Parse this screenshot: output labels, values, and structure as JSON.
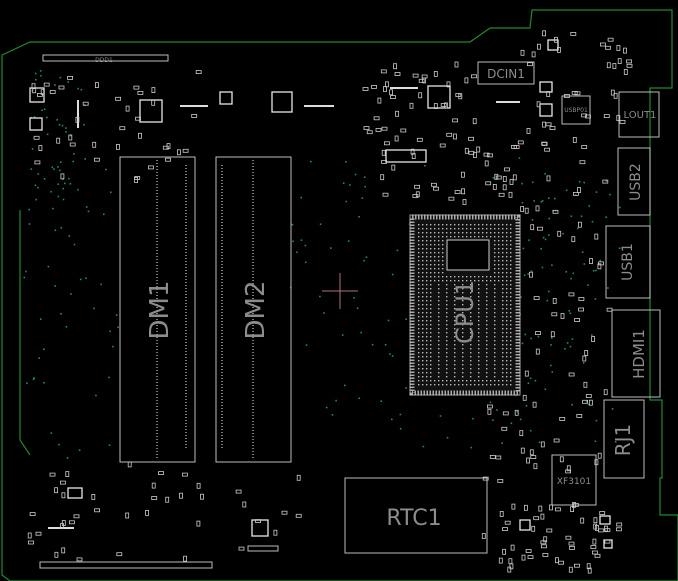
{
  "board": {
    "components": [
      {
        "id": "dm1",
        "label": "DM1"
      },
      {
        "id": "dm2",
        "label": "DM2"
      },
      {
        "id": "cpu",
        "label": "CPU1"
      },
      {
        "id": "rtc",
        "label": "RTC1"
      },
      {
        "id": "dcin",
        "label": "DCIN1"
      },
      {
        "id": "lout",
        "label": "LOUT1"
      },
      {
        "id": "usb2",
        "label": "USB2"
      },
      {
        "id": "usb1",
        "label": "USB1"
      },
      {
        "id": "hdmi",
        "label": "HDMI1"
      },
      {
        "id": "rj",
        "label": "RJ1"
      },
      {
        "id": "xf",
        "label": "XF3101"
      },
      {
        "id": "ddd",
        "label": "DDD1"
      },
      {
        "id": "usbchip",
        "label": "USBP01"
      }
    ]
  },
  "colors": {
    "background": "#000000",
    "board_outline": "#1f8a2e",
    "silkscreen": "#bdbdbd",
    "label": "#8c8c8c",
    "via": "#1d8a78",
    "crosshair": "#b07080"
  }
}
